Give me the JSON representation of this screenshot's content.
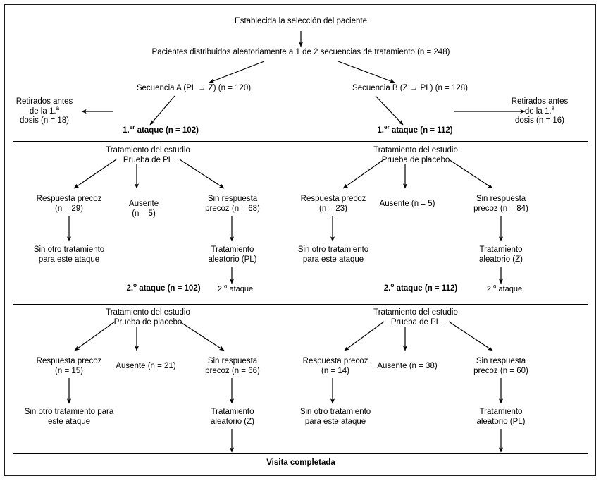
{
  "figure": {
    "title": "Diagrama de flujo del estudio",
    "language": "es",
    "line_color": "#000000",
    "background": "#ffffff"
  },
  "nodes": {
    "screening": "Establecida la selección del paciente",
    "randomized": "Pacientes distribuidos aleatoriamente a 1 de 2 secuencias de tratamiento (n = 248)",
    "sequence_a": "Secuencia A (PL → Z) (n = 120)",
    "sequence_b": "Secuencia B (Z → PL) (n = 128)",
    "withdrawn_left_l1": "Retirados antes",
    "withdrawn_left_l2_pre": "de la 1.",
    "withdrawn_left_l2_sup": "a",
    "withdrawn_left_l3": "dosis (n = 18)",
    "withdrawn_right_l1": "Retirados antes",
    "withdrawn_right_l2_pre": "de la 1.",
    "withdrawn_right_l2_sup": "a",
    "withdrawn_right_l3": "dosis (n = 16)",
    "attack1_left_pre": "1.",
    "attack1_left_sup": "er",
    "attack1_left_post": " ataque (n = 102)",
    "attack1_right_pre": "1.",
    "attack1_right_sup": "er",
    "attack1_right_post": " ataque (n = 112)",
    "band2_left_header": "Tratamiento del estudio\nPrueba de PL",
    "band2_right_header": "Tratamiento del estudio\nPrueba de placebo",
    "band2_l_early": "Respuesta precoz\n(n = 29)",
    "band2_l_absent": "Ausente\n(n = 5)",
    "band2_l_noearly": "Sin respuesta\nprecoz (n = 68)",
    "band2_l_noother": "Sin otro tratamiento\npara este ataque",
    "band2_l_random": "Tratamiento\naleatorio (PL)",
    "band2_r_early": "Respuesta precoz\n(n = 23)",
    "band2_r_absent": "Ausente (n = 5)",
    "band2_r_noearly": "Sin respuesta\nprecoz (n = 84)",
    "band2_r_noother": "Sin otro tratamiento\npara este ataque",
    "band2_r_random": "Tratamiento\naleatorio (Z)",
    "attack2_left_pre": "2.",
    "attack2_left_sup": "o",
    "attack2_left_post": " ataque (n = 102)",
    "attack2_right_pre": "2.",
    "attack2_right_sup": "o",
    "attack2_right_post": " ataque (n = 112)",
    "attack2_tag_l_pre": "2.",
    "attack2_tag_l_sup": "o",
    "attack2_tag_l_post": " ataque",
    "attack2_tag_r_pre": "2.",
    "attack2_tag_r_sup": "o",
    "attack2_tag_r_post": " ataque",
    "band3_left_header": "Tratamiento del estudio\nPrueba de placebo",
    "band3_right_header": "Tratamiento del estudio\nPrueba de PL",
    "band3_l_early": "Respuesta precoz\n(n = 15)",
    "band3_l_absent": "Ausente (n = 21)",
    "band3_l_noearly": "Sin respuesta\nprecoz (n = 66)",
    "band3_l_noother": "Sin otro tratamiento para\neste ataque",
    "band3_l_random": "Tratamiento\naleatorio (Z)",
    "band3_r_early": "Respuesta precoz\n(n = 14)",
    "band3_r_absent": "Ausente (n = 38)",
    "band3_r_noearly": "Sin respuesta\nprecoz (n = 60)",
    "band3_r_noother": "Sin otro tratamiento\npara este ataque",
    "band3_r_random": "Tratamiento\naleatorio (PL)",
    "visit_completed": "Visita completada"
  },
  "chart_data": {
    "type": "flowchart",
    "title": "Diagrama de flujo de pacientes (diseño cruzado PL / Z)",
    "counts": {
      "screened_randomized": 248,
      "sequence_a_PL_then_Z": 120,
      "sequence_b_Z_then_PL": 128,
      "withdrawn_before_first_dose_A": 18,
      "withdrawn_before_first_dose_B": 16,
      "first_attack_A": 102,
      "first_attack_B": 112,
      "attack1_A_early_response": 29,
      "attack1_A_absent": 5,
      "attack1_A_no_early_response": 68,
      "attack1_B_early_response": 23,
      "attack1_B_absent": 5,
      "attack1_B_no_early_response": 84,
      "second_attack_A": 102,
      "second_attack_B": 112,
      "attack2_A_early_response": 15,
      "attack2_A_absent": 21,
      "attack2_A_no_early_response": 66,
      "attack2_B_early_response": 14,
      "attack2_B_absent": 38,
      "attack2_B_no_early_response": 60
    }
  }
}
